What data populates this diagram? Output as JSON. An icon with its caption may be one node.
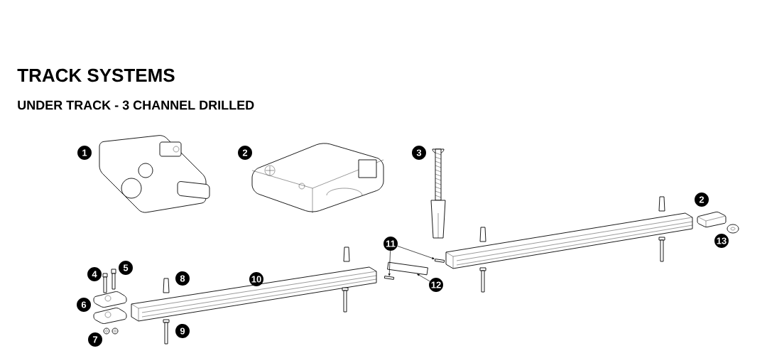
{
  "diagram": {
    "title": "TRACK SYSTEMS",
    "caption": "UNDER TRACK - 3 CHANNEL DRILLED",
    "nodes": [
      {
        "text": [
          "1"
        ]
      },
      {
        "text": [
          "2"
        ]
      },
      {
        "text": [
          "3"
        ]
      },
      {
        "text": [
          "2"
        ]
      },
      {
        "text": [
          "11"
        ]
      },
      {
        "text": [],
        "shape": "bar"
      },
      {
        "text": [],
        "shape": "bar"
      },
      {
        "text": [
          "13"
        ]
      },
      {
        "text": [
          "5"
        ]
      },
      {
        "text": [
          "4"
        ]
      },
      {
        "text": [
          "8"
        ]
      },
      {
        "text": [
          "10"
        ]
      },
      {
        "text": [
          "12"
        ]
      },
      {
        "text": [],
        "shape": "bar"
      },
      {
        "text": [
          "6"
        ]
      },
      {
        "text": [
          "9"
        ]
      },
      {
        "text": [
          "7"
        ]
      }
    ],
    "edges": [
      {
        "from": 4,
        "to": 5,
        "arrow": "to"
      },
      {
        "from": 4,
        "to": 6,
        "arrow": "to"
      },
      {
        "from": 12,
        "to": 13,
        "arrow": "to"
      }
    ]
  }
}
